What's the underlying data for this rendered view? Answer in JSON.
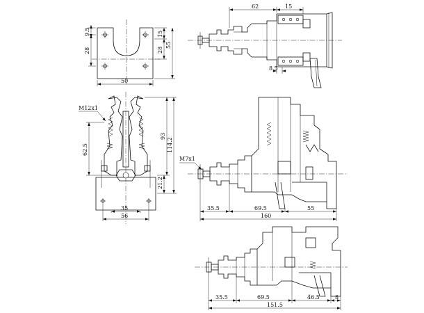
{
  "dimensions": {
    "plate_top": {
      "d62": "62",
      "d15a": "15",
      "d9_5": "9.5",
      "d15b": "15",
      "d28a": "28",
      "d28b": "28",
      "d55": "55",
      "d50": "50",
      "d8_5": "8.5"
    },
    "front": {
      "thread": "M12x1",
      "d62_5": "62.5",
      "d93": "93",
      "d114_2": "114.2",
      "d21_2": "21.2",
      "d35": "35",
      "d56": "56"
    },
    "side": {
      "thread": "M7x1",
      "d35_5": "35.5",
      "d69_5": "69.5",
      "d55": "55",
      "d160": "160"
    },
    "bottom": {
      "d35_5": "35.5",
      "d69_5": "69.5",
      "d46_5": "46.5",
      "d8": "8",
      "d151_5": "151.5"
    }
  }
}
